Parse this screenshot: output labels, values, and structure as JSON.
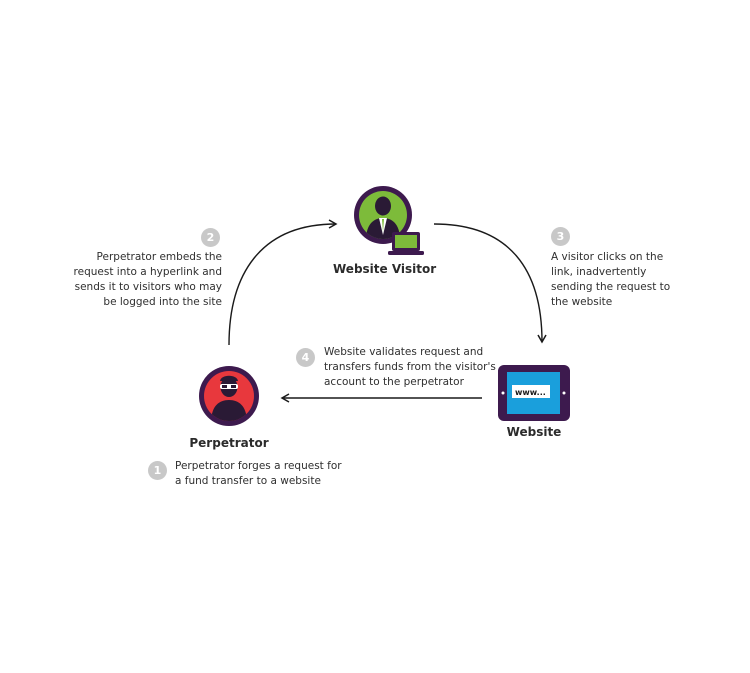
{
  "nodes": {
    "visitor": {
      "label": "Website Visitor",
      "icon": "user-with-laptop-icon",
      "color": "#7dbb3a"
    },
    "website": {
      "label": "Website",
      "icon": "tablet-icon",
      "screen_text": "www...",
      "color": "#1a9fdc"
    },
    "perpetrator": {
      "label": "Perpetrator",
      "icon": "masked-user-icon",
      "color": "#e8383d"
    }
  },
  "ring_color": "#3d1a4e",
  "badge_color": "#c8c8c8",
  "steps": [
    {
      "number": "1",
      "text": [
        "Perpetrator forges a request for",
        "a fund transfer to a website"
      ]
    },
    {
      "number": "2",
      "text": [
        "Perpetrator embeds the",
        "request into a hyperlink  and",
        "sends it to visitors who may",
        "be logged into the site"
      ]
    },
    {
      "number": "3",
      "text": [
        "A visitor clicks on the",
        "link, inadvertently",
        "sending the request to",
        "the website"
      ]
    },
    {
      "number": "4",
      "text": [
        "Website validates request and",
        "transfers funds from the visitor's",
        "account to the  perpetrator"
      ]
    }
  ]
}
